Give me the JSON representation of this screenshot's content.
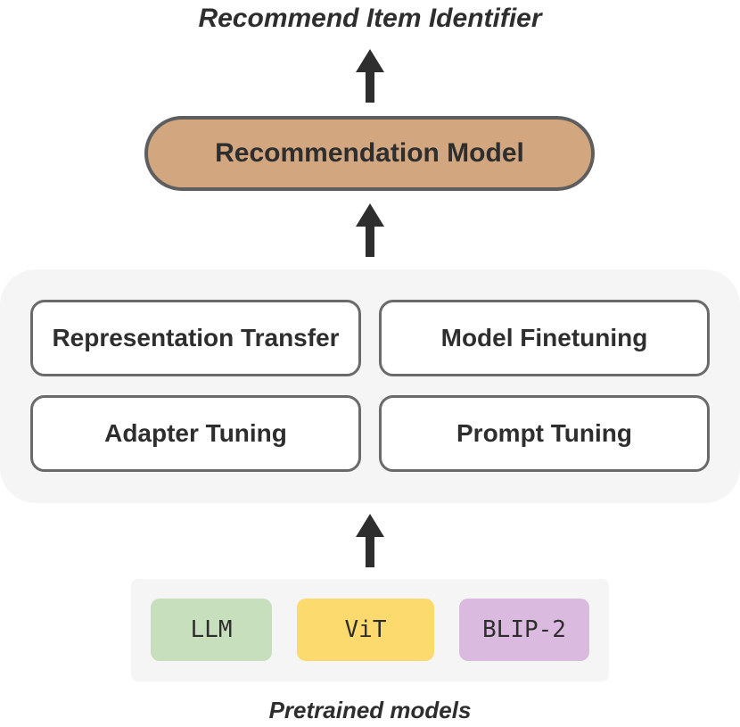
{
  "header": {
    "title": "Recommend Item Identifier"
  },
  "recommendation_model": {
    "label": "Recommendation Model"
  },
  "methods": [
    {
      "label": "Representation Transfer"
    },
    {
      "label": "Model Finetuning"
    },
    {
      "label": "Adapter Tuning"
    },
    {
      "label": "Prompt Tuning"
    }
  ],
  "pretrained": {
    "models": [
      {
        "label": "LLM",
        "color": "#c7dfbd"
      },
      {
        "label": "ViT",
        "color": "#fdda6e"
      },
      {
        "label": "BLIP-2",
        "color": "#dbbadf"
      }
    ],
    "caption": "Pretrained models"
  },
  "colors": {
    "model_fill": "#d2a67f",
    "border": "#5e5e5e",
    "panel": "#f5f5f5",
    "arrow": "#2e2e2e"
  }
}
